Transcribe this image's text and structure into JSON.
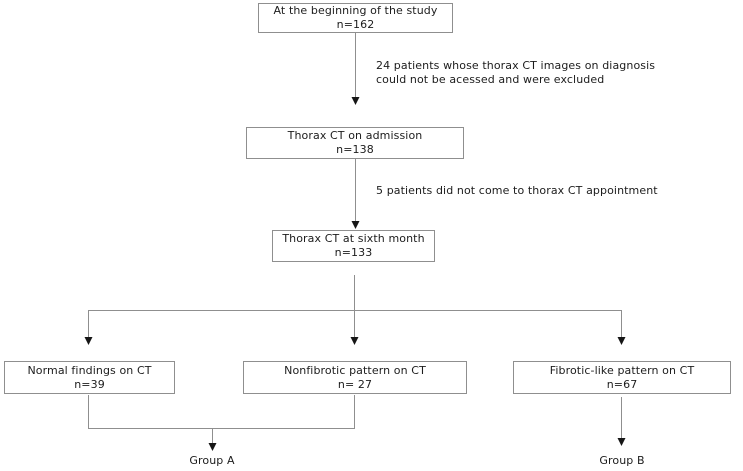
{
  "diagram": {
    "nodes": [
      {
        "label": "At the beginning of the study",
        "count": "n=162"
      },
      {
        "label": "Thorax CT on admission",
        "count": "n=138"
      },
      {
        "label": "Thorax CT at sixth month",
        "count": "n=133"
      },
      {
        "label": "Normal findings on CT",
        "count": "n=39"
      },
      {
        "label": "Nonfibrotic pattern on CT",
        "count": "n= 27"
      },
      {
        "label": "Fibrotic-like pattern on CT",
        "count": "n=67"
      }
    ],
    "exclusions": [
      {
        "line1": "24 patients whose thorax CT images on diagnosis",
        "line2": "could not be acessed and were excluded"
      },
      {
        "line1": "5 patients did not come to thorax CT appointment"
      }
    ],
    "outcome_labels": {
      "group_a": "Group A",
      "group_b": "Group B"
    },
    "colors": {
      "connector": "#8f8f8f",
      "box_border": "#8f8f8f",
      "text": "#1c1c1c",
      "arrowhead": "#161616",
      "background": "#ffffff"
    }
  }
}
